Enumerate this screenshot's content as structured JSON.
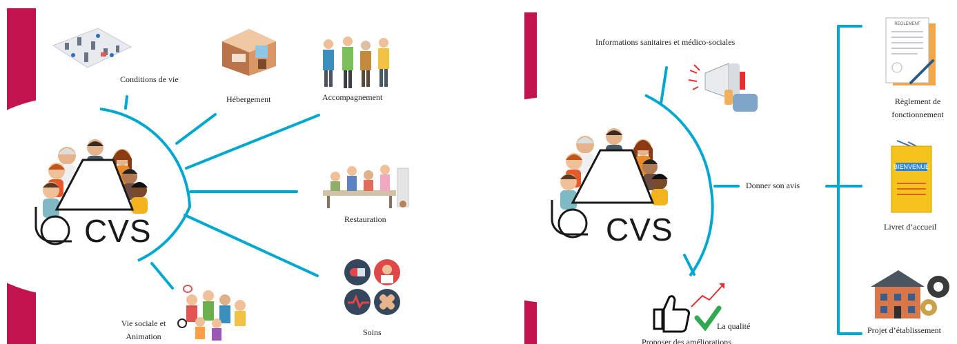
{
  "left_panel": {
    "center_label": "CVS",
    "topics": {
      "conditions": "Conditions de vie",
      "hebergement": "Hébergement",
      "accompagnement": "Accompagnement",
      "restauration": "Restauration",
      "vie_sociale_line1": "Vie sociale et",
      "vie_sociale_line2": "Animation",
      "soins": "Soins"
    }
  },
  "right_panel": {
    "center_label": "CVS",
    "informations": "Informations sanitaires et médico-sociales",
    "donner_avis": "Donner son avis",
    "qualite": "La qualité",
    "proposer": "Proposer des améliorations",
    "documents": {
      "reglement_line1": "Règlement de",
      "reglement_line2": "fonctionnement",
      "reglement_doc_title": "REGLEMENT",
      "livret": "Livret d’accueil",
      "livret_cover": "BIENVENUE",
      "projet": "Projet d’établissement"
    }
  },
  "colors": {
    "accent": "#00a7cf",
    "crimson": "#c2134f"
  }
}
